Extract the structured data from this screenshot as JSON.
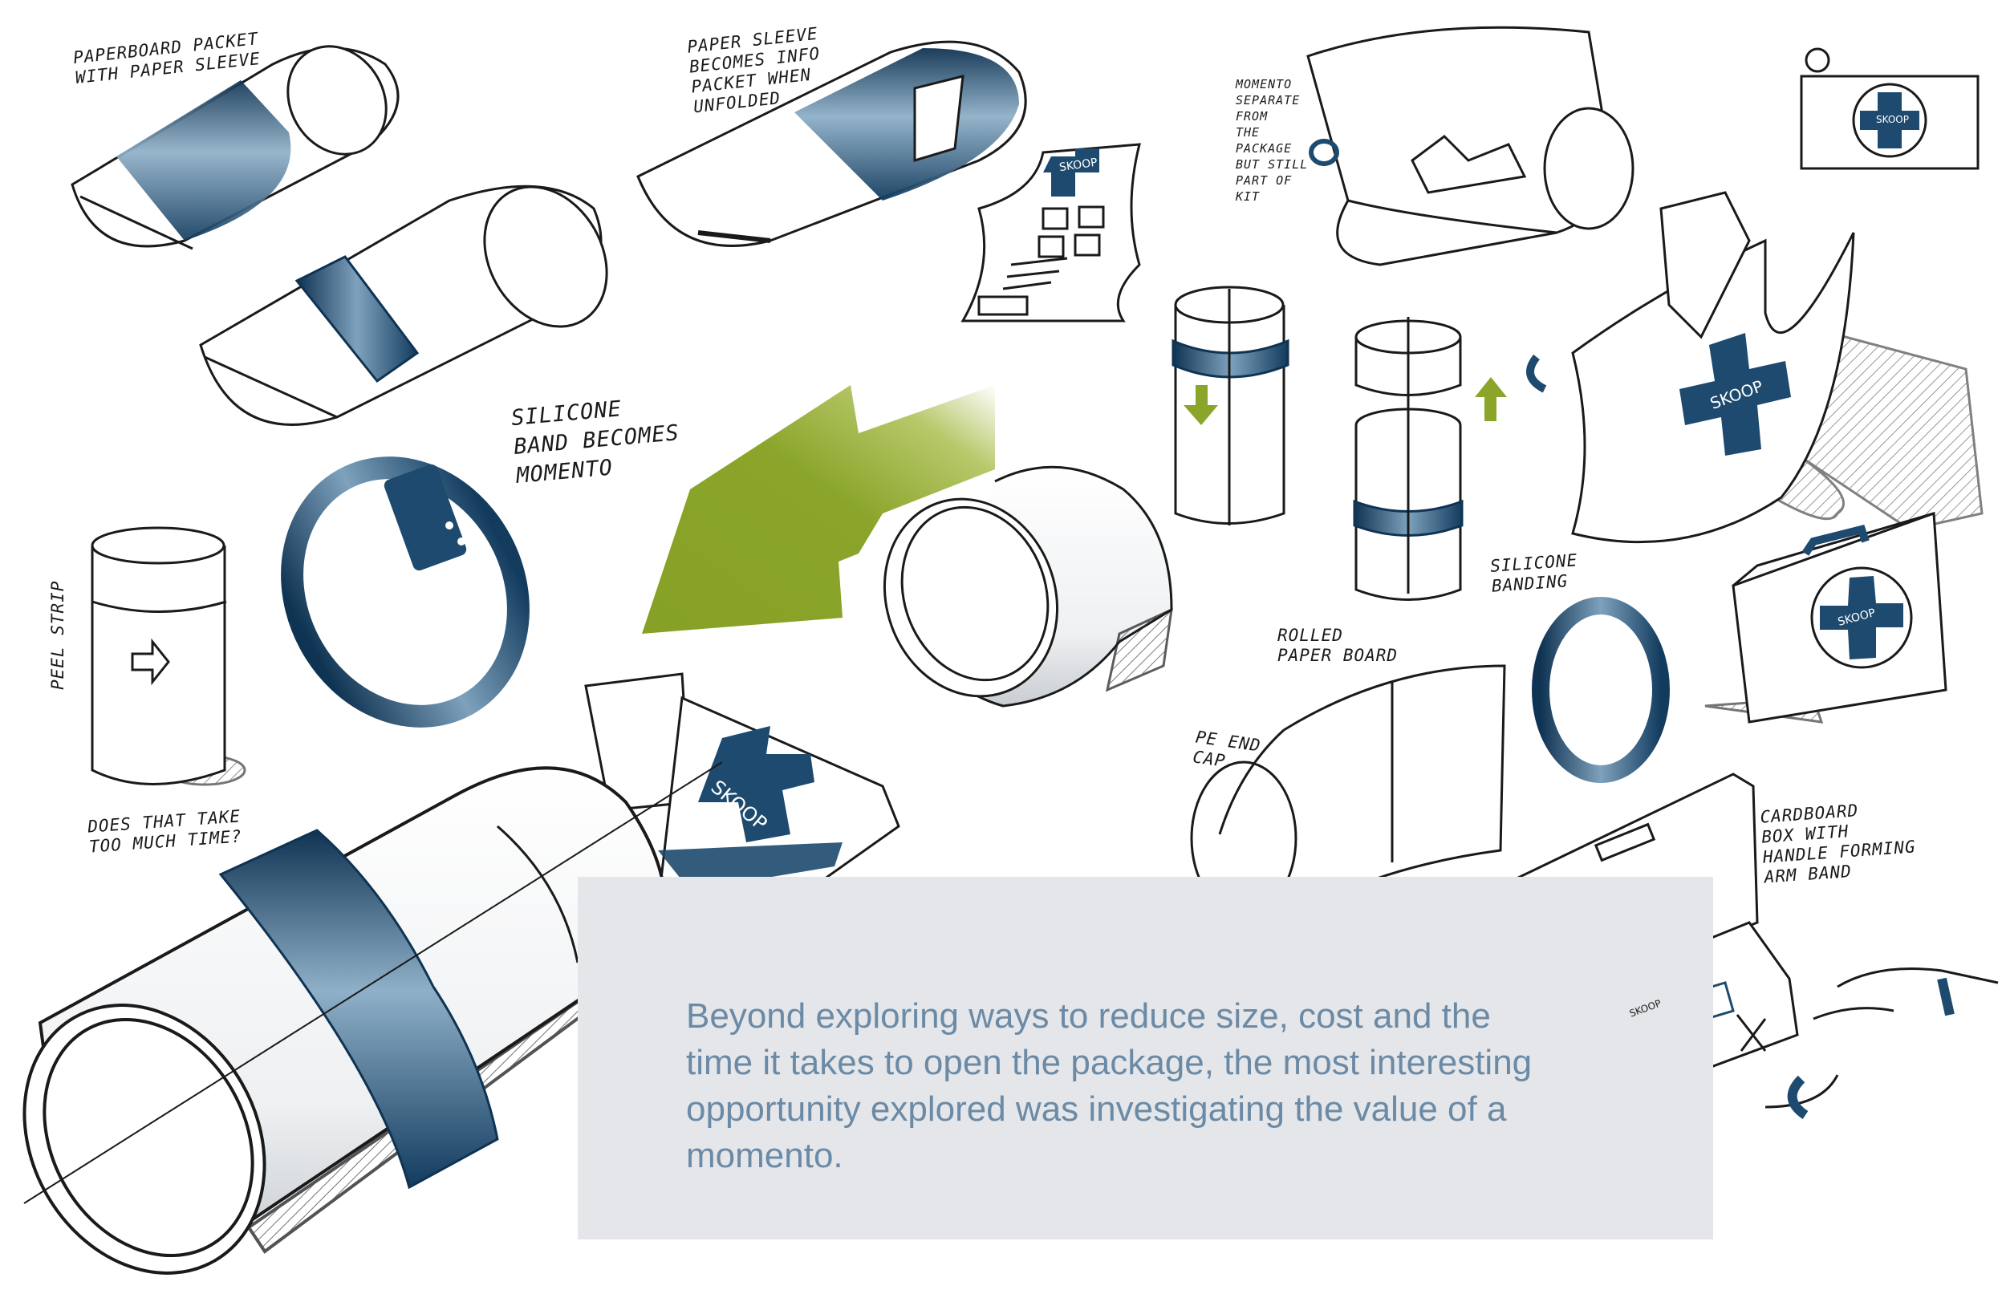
{
  "colors": {
    "band_blue": "#1d4a6e",
    "band_highlight": "#8fb0c8",
    "arrow_green": "#8aa52a",
    "caption_panel": "#e4e6e9",
    "caption_text": "#6b8aa6",
    "ink": "#1a1a1a"
  },
  "annotations": {
    "paperboard_packet": "PAPERBOARD PACKET\nWITH PAPER SLEEVE",
    "paper_sleeve": "PAPER SLEEVE\nBECOMES INFO\nPACKET WHEN\nUNFOLDED",
    "momento_separate": "MOMENTO\nSEPARATE\nFROM\nTHE\nPACKAGE\nBUT STILL\nPART OF\nKIT",
    "silicone_band": "SILICONE\nBAND BECOMES\nMOMENTO",
    "peel_strip": "PEEL STRIP",
    "does_that_take": "DOES THAT TAKE\nTOO MUCH TIME?",
    "silicone_banding": "SILICONE\nBANDING",
    "rolled_paper_board": "ROLLED\nPAPER BOARD",
    "pe_end_cap": "PE END\nCAP",
    "cardboard_box": "CARDBOARD\nBOX WITH\nHANDLE FORMING\nARM BAND"
  },
  "brand_marks": [
    "SKOOP",
    "SKOOP",
    "SKOOP",
    "SKOOP",
    "SKOOP",
    "SKOOP"
  ],
  "caption": "Beyond exploring ways to reduce size, cost and the time it takes to open the package, the most interesting opportunity explored was investigating the value of a momento."
}
